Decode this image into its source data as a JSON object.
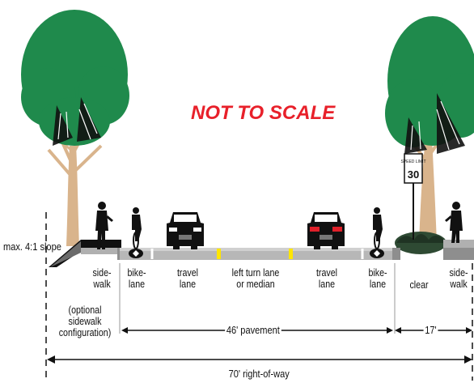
{
  "title": "NOT TO SCALE",
  "slope_note": "max. 4:1 slope",
  "speed_sign": {
    "top": "SPEED LIMIT",
    "value": "30"
  },
  "labels": {
    "sidewalk_left": "side-\nwalk",
    "bike_lane_left": "bike-\nlane",
    "travel_lane_left": "travel\nlane",
    "left_turn": "left turn lane\nor median",
    "travel_lane_right": "travel\nlane",
    "bike_lane_right": "bike-\nlane",
    "clear": "clear",
    "sidewalk_right": "side-\nwalk",
    "optional_sidewalk": "(optional\nsidewalk\nconfiguration)"
  },
  "dimensions": {
    "pavement": "46' pavement",
    "clear_width": "17'",
    "right_of_way": "70' right-of-way"
  },
  "colors": {
    "title": "#e8202a",
    "pavement": "#b7b7b7",
    "curb": "#8e8e8e",
    "stripe": "#ffe600",
    "tree_canopy": "#1f8a4c",
    "tree_trunk": "#d9b48c",
    "car_body": "#111111",
    "tail_light": "#e0202a"
  }
}
